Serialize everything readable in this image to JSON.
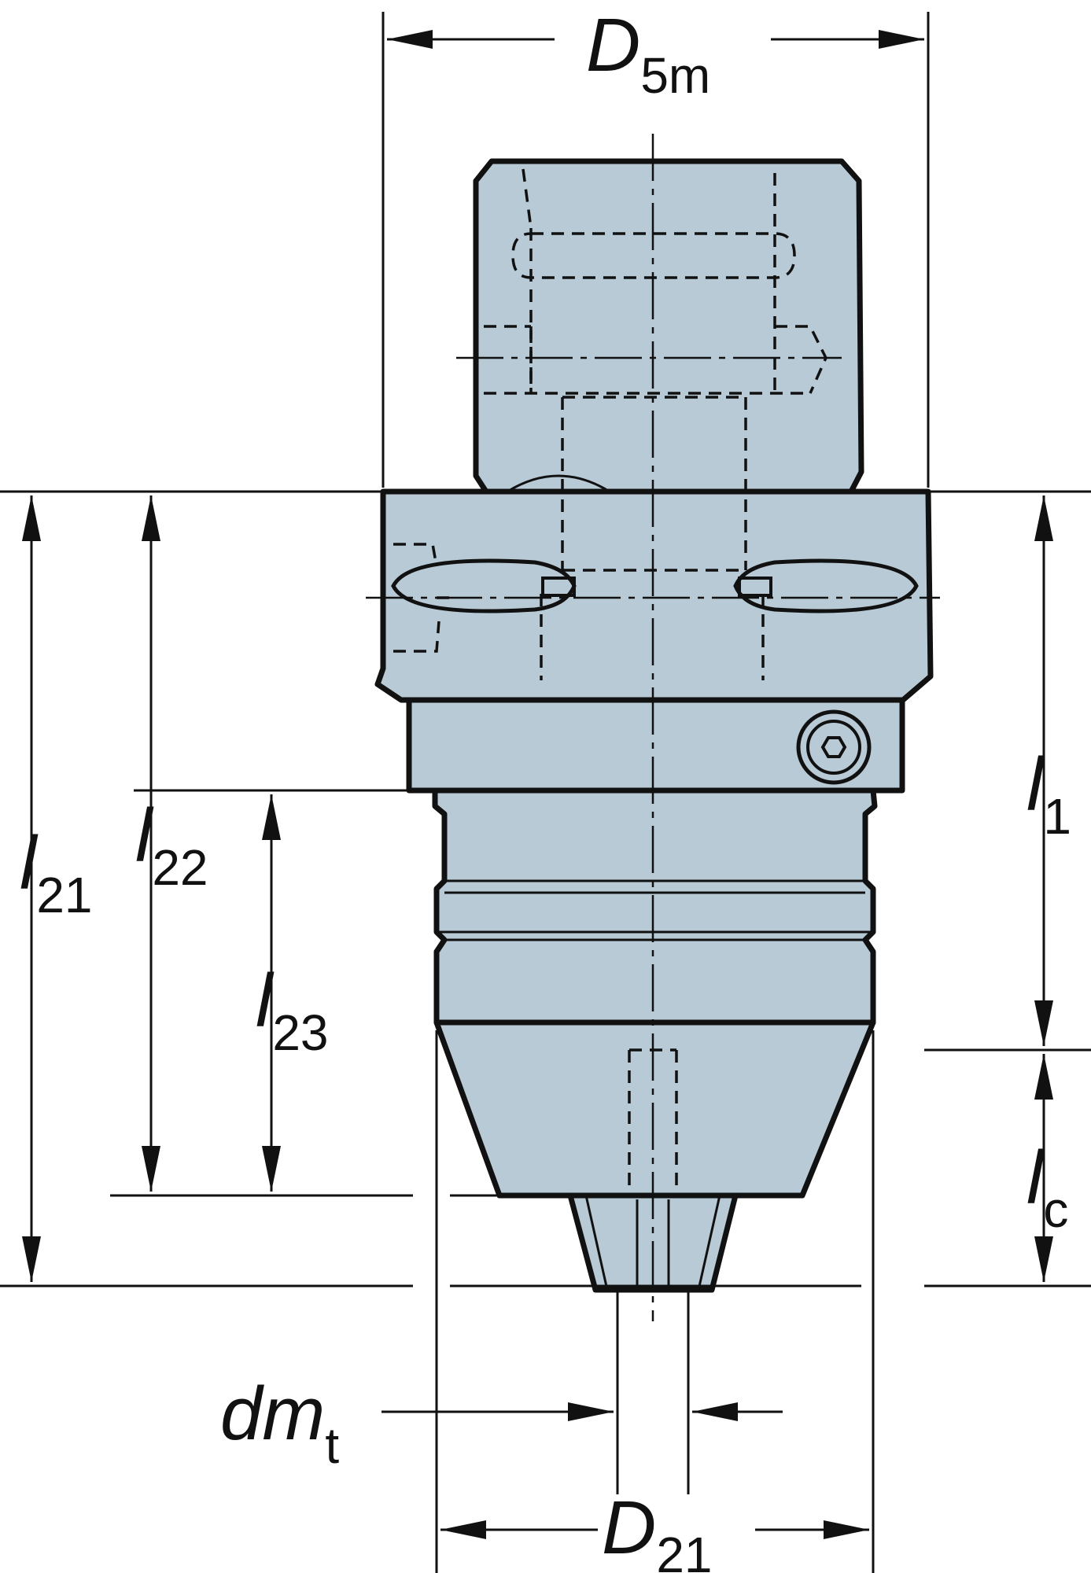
{
  "dimensions": [
    {
      "id": "d5m",
      "main": "D",
      "sub": "5m"
    },
    {
      "id": "l21",
      "main": "l",
      "sub": "21"
    },
    {
      "id": "l22",
      "main": "l",
      "sub": "22"
    },
    {
      "id": "l23",
      "main": "l",
      "sub": "23"
    },
    {
      "id": "l1",
      "main": "l",
      "sub": "1"
    },
    {
      "id": "lc",
      "main": "l",
      "sub": "c"
    },
    {
      "id": "dmt",
      "main": "dm",
      "sub": "t"
    },
    {
      "id": "d21",
      "main": "D",
      "sub": "21"
    }
  ],
  "colors": {
    "body": "#b7cad6",
    "line": "#111111"
  }
}
